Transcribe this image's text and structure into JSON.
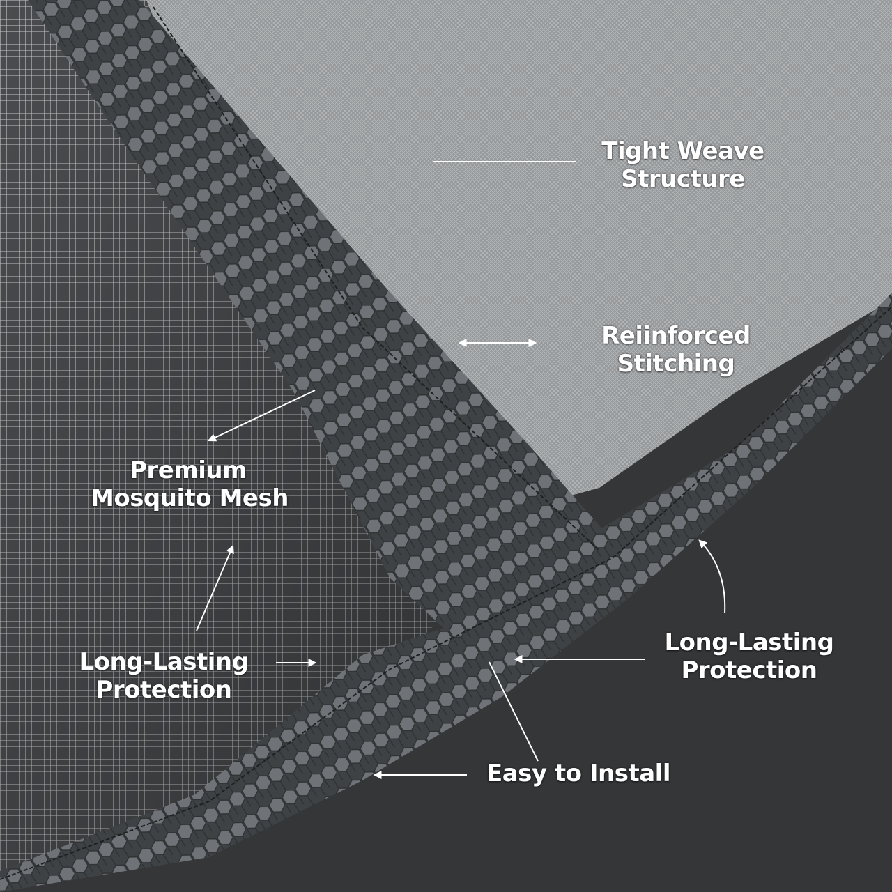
{
  "annotations": {
    "tight_weave": {
      "line1": "Tight Weave",
      "line2": "Structure"
    },
    "reinforced_stitching": {
      "line1": "Reiinforced",
      "line2": "Stitching"
    },
    "premium_mesh": {
      "line1": "Premium",
      "line2": "Mosquito Mesh"
    },
    "long_lasting_left": {
      "line1": "Long-Lasting",
      "line2": "Protection"
    },
    "long_lasting_right": {
      "line1": "Long-Lasting",
      "line2": "Protection"
    },
    "easy_install": {
      "line1": "Easy to Install"
    }
  },
  "colors": {
    "background_dark": "#3a3b3d",
    "mesh_panel": "#8e9193",
    "mesh_light": "#a9abad",
    "binding_tape": "#55585b",
    "label_text": "#ffffff",
    "arrow": "#ffffff"
  }
}
